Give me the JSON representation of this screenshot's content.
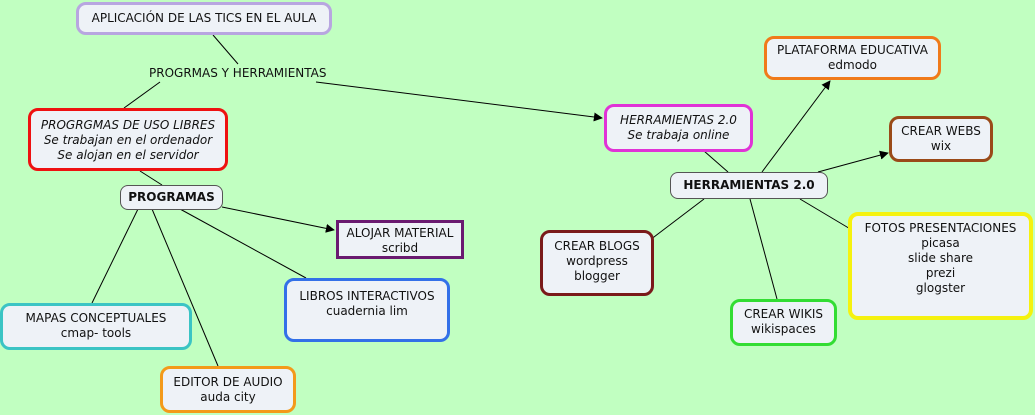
{
  "nodes": {
    "root": {
      "lines": [
        "APLICACIÓN DE LAS TICS EN EL AULA"
      ],
      "border": "#b8a6e0"
    },
    "libres": {
      "lines": [
        "PROGRGMAS DE USO LIBRES",
        "Se trabajan en el ordenador",
        "Se alojan en el servidor"
      ],
      "border": "#ee1111"
    },
    "programas": {
      "lines": [
        "PROGRAMAS"
      ]
    },
    "alojar": {
      "lines": [
        "ALOJAR MATERIAL",
        "scribd"
      ],
      "border": "#6a1a70"
    },
    "libros": {
      "lines": [
        "LIBROS INTERACTIVOS",
        "cuadernia lim"
      ],
      "border": "#3370e8"
    },
    "mapas": {
      "lines": [
        "MAPAS CONCEPTUALES",
        "cmap- tools"
      ],
      "border": "#3bc4c4"
    },
    "audio": {
      "lines": [
        "EDITOR DE AUDIO",
        "auda city"
      ],
      "border": "#f39a1a"
    },
    "h20": {
      "lines": [
        "HERRAMIENTAS 2.0",
        "Se trabaja online"
      ],
      "border": "#e033d6"
    },
    "hcenter": {
      "lines": [
        "HERRAMIENTAS 2.0"
      ]
    },
    "plataforma": {
      "lines": [
        "PLATAFORMA EDUCATIVA",
        "edmodo"
      ],
      "border": "#f07a1a"
    },
    "webs": {
      "lines": [
        "CREAR WEBS",
        "wix"
      ],
      "border": "#9a4a18"
    },
    "fotos": {
      "lines": [
        "FOTOS  PRESENTACIONES",
        "picasa",
        "slide share",
        "prezi",
        "glogster"
      ],
      "border": "#f5f20f"
    },
    "blogs": {
      "lines": [
        "CREAR BLOGS",
        "wordpress",
        "blogger"
      ],
      "border": "#7a1a1a"
    },
    "wikis": {
      "lines": [
        "CREAR WIKIS",
        "wikispaces"
      ],
      "border": "#33dd33"
    }
  },
  "link_labels": {
    "progrgmas": "PROGRMAS Y HERRAMIENTAS"
  }
}
